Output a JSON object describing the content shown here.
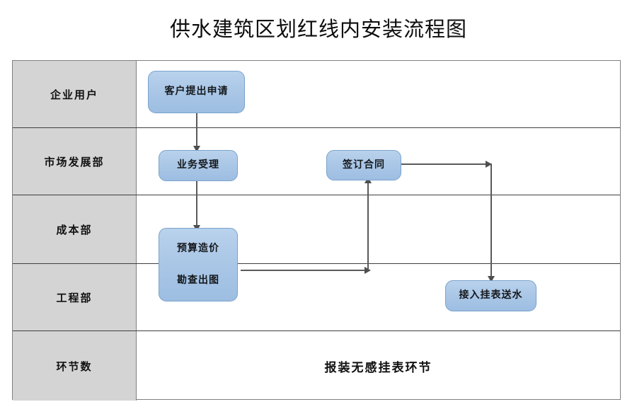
{
  "title": "供水建筑区划红线内安装流程图",
  "swimlanes": [
    {
      "label": "企业用户",
      "name": "lane-enterprise-user"
    },
    {
      "label": "市场发展部",
      "name": "lane-market-development"
    },
    {
      "label": "成本部",
      "name": "lane-cost-department"
    },
    {
      "label": "工程部",
      "name": "lane-engineering-department"
    },
    {
      "label": "环节数",
      "name": "lane-step-count"
    }
  ],
  "nodes": {
    "apply": "客户提出申请",
    "accept": "业务受理",
    "budget": "预算造价",
    "survey": "勘查出图",
    "contract": "签订合同",
    "connect": "接入挂表送水"
  },
  "summary_row": {
    "text": "报装无感挂表环节"
  },
  "colors": {
    "node_fill": "#a9c6e6",
    "node_border": "#7aa2cc",
    "lane_label_fill": "#d4d4d4",
    "table_border": "#808080",
    "connector": "#5a5a5a",
    "text": "#111111"
  },
  "connectors": [
    {
      "name": "apply-to-accept",
      "from": "客户提出申请",
      "to": "业务受理",
      "direction": "down"
    },
    {
      "name": "accept-to-budget",
      "from": "业务受理",
      "to": "预算造价",
      "direction": "down"
    },
    {
      "name": "survey-to-contract",
      "from": "勘查出图",
      "to": "签订合同",
      "direction": "right-then-up"
    },
    {
      "name": "contract-to-connect",
      "from": "签订合同",
      "to": "接入挂表送水",
      "direction": "right-then-down"
    }
  ]
}
